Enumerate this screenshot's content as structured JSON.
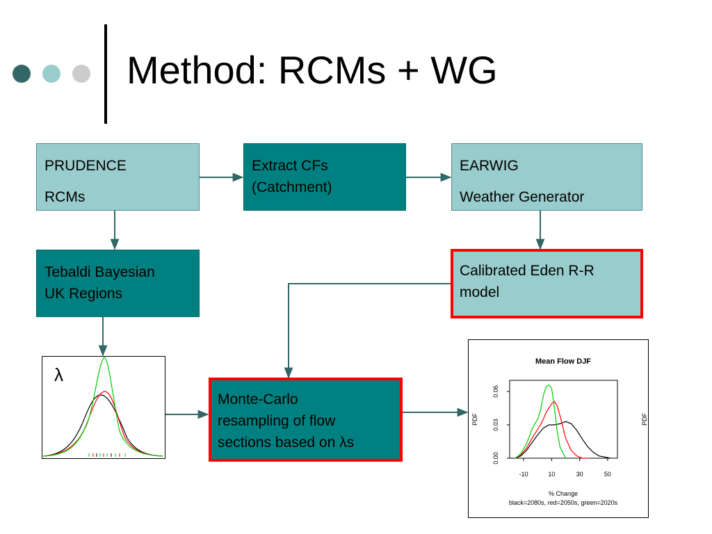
{
  "slide": {
    "title": "Method: RCMs + WG",
    "bullet_colors": [
      "#336666",
      "#99cccc",
      "#cccccc"
    ]
  },
  "boxes": {
    "prudence": {
      "line1": "PRUDENCE",
      "line2": "RCMs"
    },
    "extract": {
      "line1": "Extract CFs",
      "line2": "(Catchment)"
    },
    "earwig": {
      "line1": "EARWIG",
      "line2": "Weather Generator"
    },
    "tebaldi": {
      "line1": "Tebaldi Bayesian",
      "line2": "UK Regions"
    },
    "eden": {
      "line1": "Calibrated Eden R-R",
      "line2": "model"
    },
    "montecarlo": {
      "line1": "Monte-Carlo",
      "line2": "resampling of flow",
      "line3": "sections based on λs"
    }
  },
  "colors": {
    "light_box": "#99cccc",
    "dark_box": "#008080",
    "arrow": "#336666",
    "highlight_border": "#ff0000"
  },
  "lambda_plot": {
    "symbol": "λ",
    "series_colors": [
      "#000000",
      "#ff0000",
      "#00cc00"
    ]
  },
  "chart_data": {
    "type": "line",
    "title": "Mean Flow DJF",
    "xlabel": "% Change",
    "ylabel": "PDF",
    "ylabel_right": "PDF",
    "caption": "black=2080s, red=2050s, green=2020s",
    "xlim": [
      -20,
      57
    ],
    "ylim": [
      0,
      0.07
    ],
    "xticks": [
      -10,
      10,
      30,
      50
    ],
    "yticks": [
      0.0,
      0.03,
      0.06
    ],
    "xtick_labels": [
      "-10",
      "10",
      "30",
      "50"
    ],
    "ytick_labels": [
      "0.00",
      "0.03",
      "0.06"
    ],
    "series": [
      {
        "color": "#000000",
        "x": [
          -16,
          -12,
          -8,
          -4,
          0,
          4,
          8,
          12,
          16,
          20,
          24,
          28,
          32,
          36,
          40,
          44,
          48,
          52
        ],
        "y": [
          0.0,
          0.002,
          0.007,
          0.014,
          0.021,
          0.027,
          0.03,
          0.03,
          0.031,
          0.033,
          0.031,
          0.025,
          0.017,
          0.01,
          0.005,
          0.002,
          0.001,
          0.0
        ]
      },
      {
        "color": "#ff0000",
        "x": [
          -16,
          -12,
          -8,
          -4,
          0,
          2,
          4,
          6,
          8,
          10,
          12,
          14,
          16,
          18,
          20,
          24,
          28,
          32,
          36
        ],
        "y": [
          0.0,
          0.003,
          0.009,
          0.018,
          0.026,
          0.03,
          0.035,
          0.041,
          0.045,
          0.049,
          0.051,
          0.047,
          0.038,
          0.028,
          0.018,
          0.007,
          0.002,
          0.0,
          0.0
        ]
      },
      {
        "color": "#00cc00",
        "x": [
          -16,
          -12,
          -8,
          -4,
          -2,
          0,
          2,
          4,
          6,
          8,
          10,
          12,
          14,
          16,
          20
        ],
        "y": [
          0.0,
          0.004,
          0.013,
          0.026,
          0.031,
          0.035,
          0.043,
          0.056,
          0.064,
          0.066,
          0.063,
          0.045,
          0.024,
          0.01,
          0.0
        ]
      }
    ]
  }
}
